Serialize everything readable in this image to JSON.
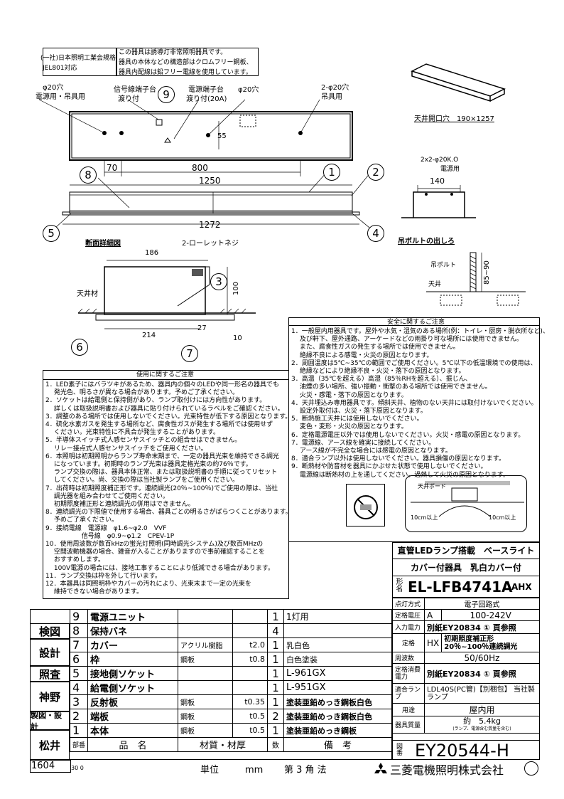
{
  "header": {
    "standard": [
      "(一社)日本照明工業会規格",
      "JEL801対応"
    ],
    "notes": [
      "この器具は誘導灯非常照明器具です。",
      "器具の本体などの構造部はクロムフリー鋼板、",
      "器具内配線は鉛フリー電線を使用しています。"
    ]
  },
  "top_view": {
    "labels": {
      "hole_left": "φ20穴",
      "hole_left_use": "電源用・吊具用",
      "terminal_signal": "信号線端子台",
      "terminal_signal_sub": "渡り付",
      "terminal_power": "電源端子台",
      "terminal_power_sub": "渡り付(20A)",
      "hole_center": "φ20穴",
      "hole_right": "2-φ20穴",
      "hole_right_use": "吊具用"
    },
    "dims": {
      "d55": "55",
      "d70": "70",
      "d800": "800",
      "d1250": "1250",
      "d1272": "1272"
    },
    "callouts": [
      "1",
      "2",
      "4",
      "5",
      "8",
      "9"
    ]
  },
  "iso_view": {
    "ceiling_opening": "天井開口穴　190×1257"
  },
  "end_view": {
    "holes": "2x2-φ20K.O",
    "hole_use": "電源用",
    "dim": "140"
  },
  "bolt_view": {
    "title": "吊ボルトの出しろ",
    "bolt": "吊ボルト",
    "ceiling": "天井",
    "dim": "85~90"
  },
  "section_view": {
    "title": "断面詳細図",
    "screw": "2-ローレットネジ",
    "ceiling_material": "天井材",
    "dims": {
      "d186": "186",
      "d100": "100",
      "d214": "214",
      "d27": "27",
      "d10": "10"
    },
    "callouts": [
      "3",
      "6",
      "7"
    ]
  },
  "safety": {
    "title": "安全に関するご注意",
    "items": [
      "1．一般屋内用器具です。屋外や水気・湿気のある場所(例：トイレ・厨房・脱衣所など)、",
      "　 及び軒下、屋外通路、アーケードなどの雨掛り可な場所には使用できません。",
      "　 また、腐食性ガスの発生する場所では使用できません。",
      "　 絶縁不良による感電・火災の原因となります。",
      "2．周囲温度は5℃~35℃の範囲でご使用ください。5℃以下の低温環境での使用は、",
      "　 絶縁などにより絶縁不良・火災・落下の原因となります。",
      "3．高温（35℃を超える）高湿（85％RHを超える）、振じん、",
      "　 油煙の多い場所、強い振動・衝撃のある場所では使用できません。",
      "　 火災・感電・落下の原因となります。",
      "4．天井埋込み専用器具です。傾斜天井、植物のない天井には取付けないでください。",
      "　 設定外取付は、火災・落下原因となります。",
      "5．断熱施工天井には使用しないでください。",
      "　 変色・変形・火災の原因となります。",
      "6．定格電源電圧以外では使用しないでください。火災・感電の原因となります。",
      "7．電源線、アース線を確実に接続してください。",
      "　 アース線が不完全な場合には感電の原因となります。",
      "8．適合ランプ以外は使用しないでください。器具損傷の原因となります。",
      "9．断熱材や防音材を器具にかぶせた状態で使用しないでください。",
      "　 電源線は断熱材の上を通してください。過熱して火災の原因となります。"
    ],
    "diagram_labels": {
      "ceiling_beam": "天井ボード",
      "d10cm": "10cm以上",
      "d10cm2": "10cm以上"
    }
  },
  "usage": {
    "title": "使用に関するご注意",
    "items": [
      "1．LED素子にはバラツキがあるため、器具内の個々のLEDや同一形名の器具でも",
      "　 発光色、明るさが異なる場合があります。予めご了承ください。",
      "2．ソケットは給電側と保持側があり、ランプ取付けには方向性があります。",
      "　 詳しくは取扱説明書および器具に貼り付けられているラベルをご確認ください。",
      "3．調整のある場所では使用しないでください。光束特性が低下する原因となります。",
      "4．硫化水素ガスを発生する場所など、腐食性ガスが発生する場所では使用せず",
      "　 ください。光束特性に不具合が発生することがあります。",
      "5．半導体スイッチ式人感センサスイッチとの組合せはできません。",
      "　 リレー接点式人感センサスイッチをご使用ください。",
      "6．本照明は初期照明からランプ寿命末期まで、一定の器具光束を維持できる調光",
      "　 になっています。初期時のランプ光束は器具定格光束の約76％です。",
      "　 ランプ交換の際は、器具本体正常、または取扱説明書の手順に従ってリセット",
      "　 してください。尚、交換の際は当社製ランプをご使用ください。",
      "7．出荷時は初期照度補正形です。連続調光(20％~100％)でご使用の際は、当社",
      "　 調光器を組み合わせてご使用ください。",
      "　 初期照度補正形と連続調光の併用はできません。",
      "8．連続調光の下限値で使用する場合、器具ごとの明るさがばらつくことがあります。",
      "　 予めご了承ください。",
      "9．接続電線　電源線　φ1.6~φ2.0　VVF",
      "　 　　　　 信号線　φ0.9~φ1.2　CPEV-1P",
      "10．使用周波数が数百kHzの蛍光灯照明(同時調光システム)及び数百MHzの",
      "　 空間波動機器の場合、雑音が入ることがありますので事前確認することを",
      "　 おすすめします。",
      "　 100V電源の場合には、接地工事することにより低減できる場合があります。",
      "11．ランプ交換は枠を外して行います。",
      "12．本器具は同照明枠やカバーの汚れにより、光束末まで一定の光束を",
      "　 維持できない場合があります。"
    ]
  },
  "title_block": {
    "product_line1": "直管LEDランプ搭載　ベースライト",
    "product_line2": "カバー付器具　乳白カバー付",
    "model_label": "形名",
    "model": "EL-LFB4741A",
    "model_suffix": "AHX",
    "rows": [
      {
        "label": "点灯方式",
        "value": "電子回路式"
      },
      {
        "label": "定格電圧",
        "code": "A",
        "value": "100-242V"
      },
      {
        "label": "入力電力",
        "value": "別紙EY20834 ① 頁参照"
      },
      {
        "label": "定格",
        "code": "HX",
        "value": "初期照度補正形 20％~100％連続調光"
      },
      {
        "label": "周波数",
        "value": "50/60Hz"
      },
      {
        "label": "定格消費電力",
        "value": "別紙EY20834 ① 頁参照"
      },
      {
        "label": "適合ランプ",
        "value": "LDL40S(PC管)【別梱包】 当社製ランプ"
      },
      {
        "label": "用途",
        "value": "屋内用"
      },
      {
        "label": "器具質量",
        "value": "約　5.4kg",
        "sub": "(ランプ、電源含む質量を含む)"
      }
    ],
    "drawing_label": "図番",
    "drawing_no": "EY20544-H"
  },
  "parts": {
    "header": {
      "no": "部番",
      "name": "品　名",
      "material": "材質・材厚",
      "qty": "数",
      "note": "備　考"
    },
    "rows": [
      {
        "no": "9",
        "name": "電源ユニット",
        "material": "",
        "thick": "",
        "qty": "1",
        "note": "1灯用"
      },
      {
        "no": "8",
        "name": "保持バネ",
        "material": "",
        "thick": "",
        "qty": "4",
        "note": ""
      },
      {
        "no": "7",
        "name": "カバー",
        "material": "アクリル樹脂",
        "thick": "t2.0",
        "qty": "1",
        "note": "乳白色"
      },
      {
        "no": "6",
        "name": "枠",
        "material": "鋼板",
        "thick": "t0.8",
        "qty": "1",
        "note": "白色塗装"
      },
      {
        "no": "5",
        "name": "接地側ソケット",
        "material": "",
        "thick": "",
        "qty": "1",
        "note": "L-961GX"
      },
      {
        "no": "4",
        "name": "給電側ソケット",
        "material": "",
        "thick": "",
        "qty": "1",
        "note": "L-951GX"
      },
      {
        "no": "3",
        "name": "反射板",
        "material": "鋼板",
        "thick": "t0.35",
        "qty": "1",
        "note": "塗装亜鉛めっき鋼板白色"
      },
      {
        "no": "2",
        "name": "端板",
        "material": "鋼板",
        "thick": "t0.5",
        "qty": "2",
        "note": "塗装亜鉛めっき鋼板白色"
      },
      {
        "no": "1",
        "name": "本体",
        "material": "鋼板",
        "thick": "t0.5",
        "qty": "1",
        "note": "塗装亜鉛めっき鋼板"
      }
    ],
    "signatures": [
      "検図",
      "設計",
      "照査",
      "神野",
      "製図・設計",
      "松井"
    ]
  },
  "footer": {
    "stamp": "1604",
    "stamp_sub": "30 0",
    "unit": "単位",
    "unit_value": "mm",
    "projection": "第 3 角 法",
    "company": "三菱電機照明株式会社"
  }
}
